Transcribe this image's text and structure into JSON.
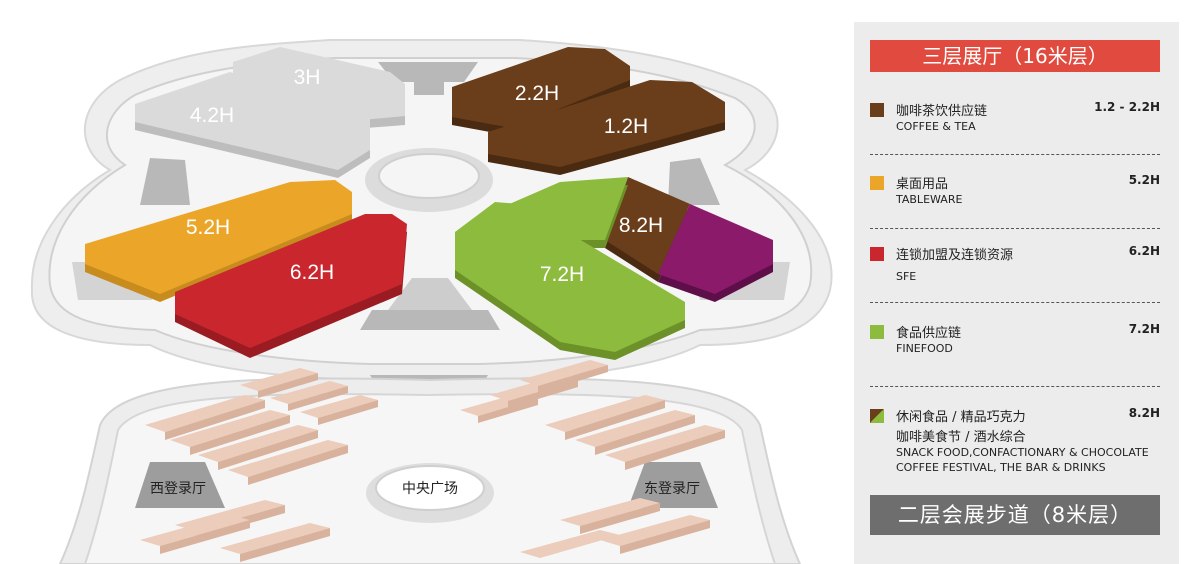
{
  "map": {
    "halls": [
      {
        "id": "h3",
        "label": "3H",
        "color": "#dadada"
      },
      {
        "id": "h42",
        "label": "4.2H",
        "color": "#dadada"
      },
      {
        "id": "h22",
        "label": "2.2H",
        "color": "#6b3e1b"
      },
      {
        "id": "h12",
        "label": "1.2H",
        "color": "#6b3e1b"
      },
      {
        "id": "h52",
        "label": "5.2H",
        "color": "#eba629"
      },
      {
        "id": "h62",
        "label": "6.2H",
        "color": "#c9272d"
      },
      {
        "id": "h82",
        "label": "8.2H",
        "color": "#6b3e1b"
      },
      {
        "id": "h72",
        "label": "7.2H",
        "color": "#8dbb3d"
      }
    ],
    "labels": {
      "west_hall": "西登录厅",
      "east_hall": "东登录厅",
      "central_plaza": "中央广场"
    }
  },
  "legend": {
    "title": "三层展厅（16米层）",
    "footer": "二层会展步道（8米层）",
    "entries": [
      {
        "zh": "咖啡茶饮供应链",
        "en": "COFFEE & TEA",
        "hall": "1.2 - 2.2H",
        "color": "#6b3e1b"
      },
      {
        "zh": "桌面用品",
        "en": "TABLEWARE",
        "hall": "5.2H",
        "color": "#eba629"
      },
      {
        "zh": "连锁加盟及连锁资源",
        "en": "SFE",
        "hall": "6.2H",
        "color": "#c9272d"
      },
      {
        "zh": "食品供应链",
        "en": "FINEFOOD",
        "hall": "7.2H",
        "color": "#8dbb3d"
      },
      {
        "zh": "休闲食品 / 精品巧克力",
        "zh2": "咖啡美食节 / 酒水综合",
        "en": "SNACK FOOD,CONFACTIONARY & CHOCOLATE",
        "en2": "COFFEE FESTIVAL, THE BAR & DRINKS",
        "hall": "8.2H",
        "color": "#6b3e1b",
        "color2": "#8dbb3d"
      }
    ]
  }
}
